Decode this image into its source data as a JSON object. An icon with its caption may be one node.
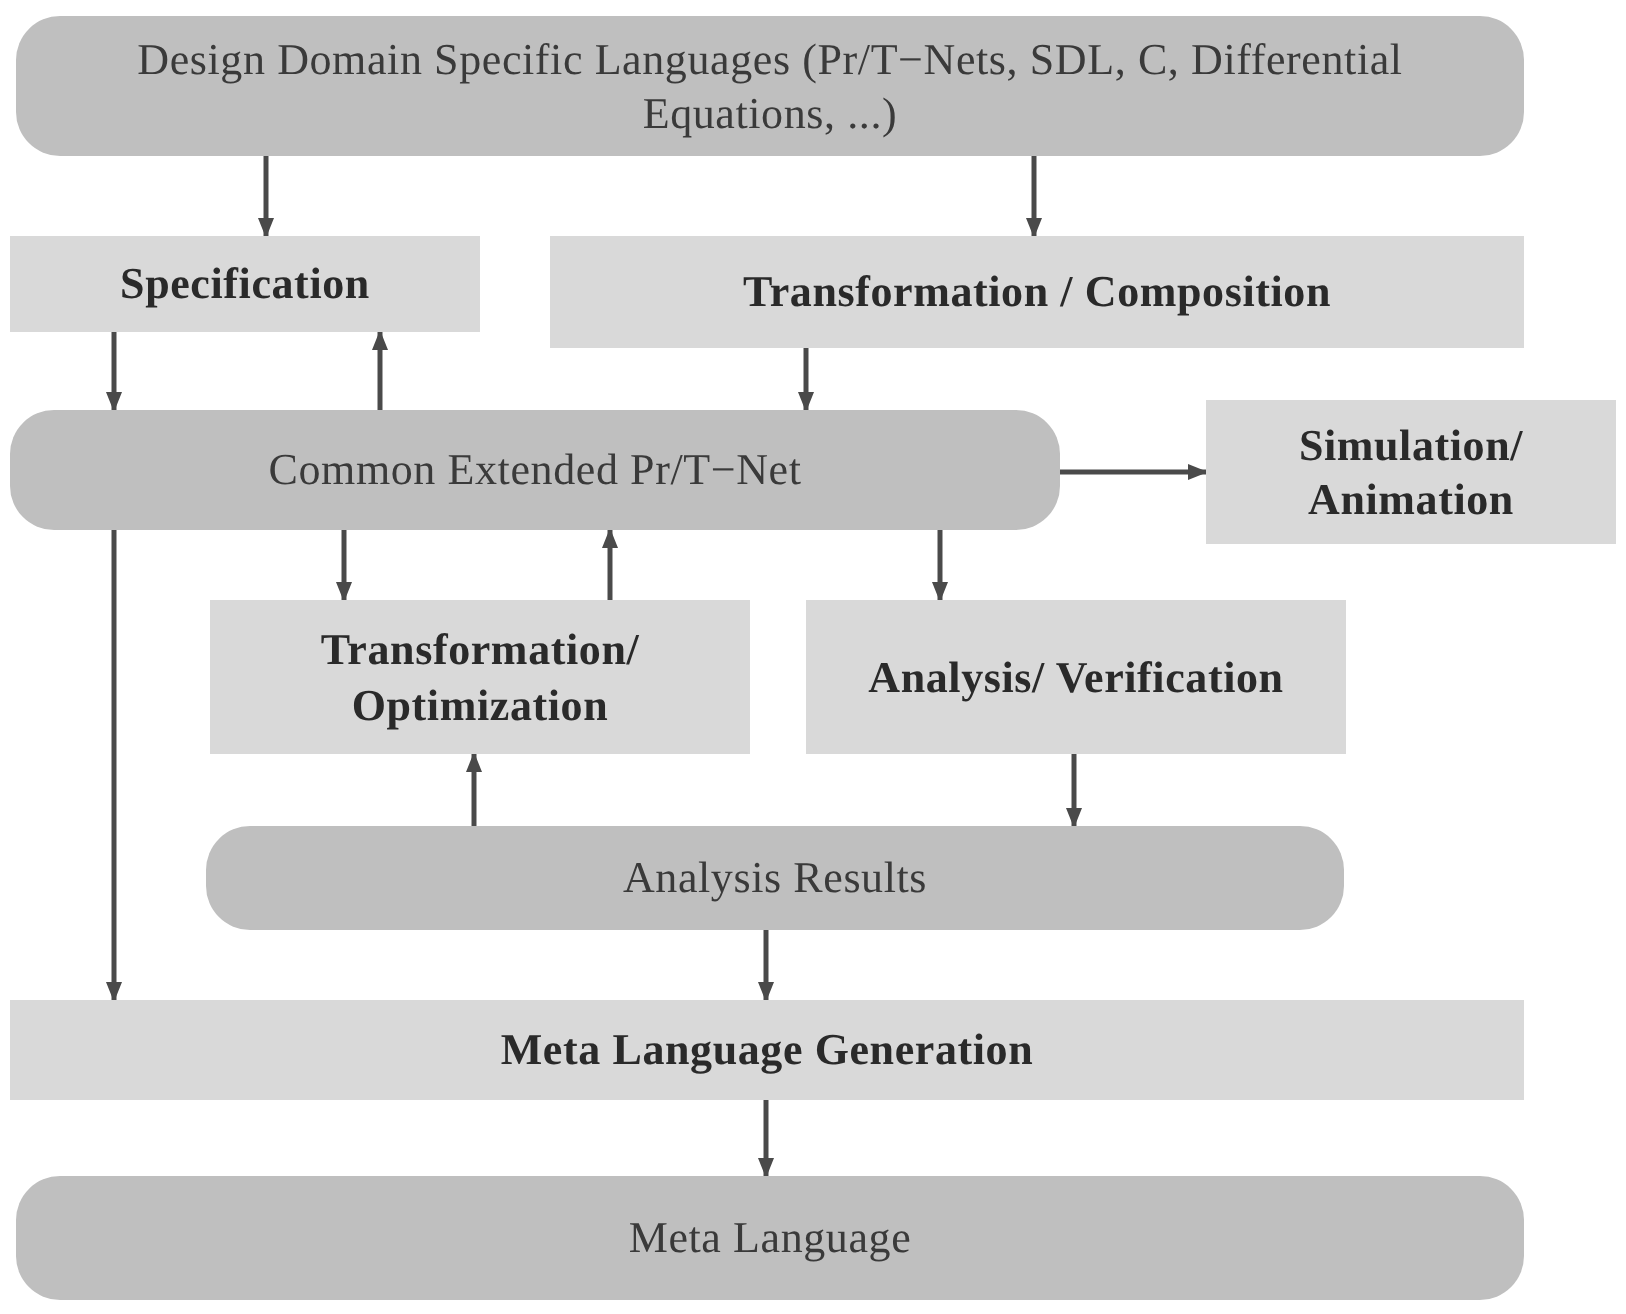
{
  "diagram": {
    "nodes": [
      {
        "text": [
          "Design Domain Specific Languages (Pr/T−Nets, SDL, C, Differential Equations, ...)"
        ]
      },
      {
        "text": [
          "Specification"
        ]
      },
      {
        "text": [
          "Transformation / Composition"
        ]
      },
      {
        "text": [
          "Common Extended Pr/T−Net"
        ]
      },
      {
        "text": [
          "Simulation/ Animation"
        ]
      },
      {
        "text": [
          "Transformation/ Optimization"
        ]
      },
      {
        "text": [
          "Analysis/ Verification"
        ]
      },
      {
        "text": [
          "Analysis Results"
        ]
      },
      {
        "text": [
          "Meta Language Generation"
        ]
      },
      {
        "text": [
          "Meta Language"
        ]
      }
    ],
    "edges": [
      {
        "from": 0,
        "to": 1,
        "arrow": "to"
      },
      {
        "from": 0,
        "to": 2,
        "arrow": "to"
      },
      {
        "from": 1,
        "to": 3,
        "arrow": "to"
      },
      {
        "from": 3,
        "to": 1,
        "arrow": "to"
      },
      {
        "from": 2,
        "to": 3,
        "arrow": "to"
      },
      {
        "from": 3,
        "to": 4,
        "arrow": "to"
      },
      {
        "from": 3,
        "to": 5,
        "arrow": "to"
      },
      {
        "from": 5,
        "to": 3,
        "arrow": "to"
      },
      {
        "from": 3,
        "to": 6,
        "arrow": "to"
      },
      {
        "from": 6,
        "to": 7,
        "arrow": "to"
      },
      {
        "from": 7,
        "to": 5,
        "arrow": "to"
      },
      {
        "from": 3,
        "to": 8,
        "arrow": "to"
      },
      {
        "from": 7,
        "to": 8,
        "arrow": "to"
      },
      {
        "from": 8,
        "to": 9,
        "arrow": "to"
      }
    ]
  }
}
